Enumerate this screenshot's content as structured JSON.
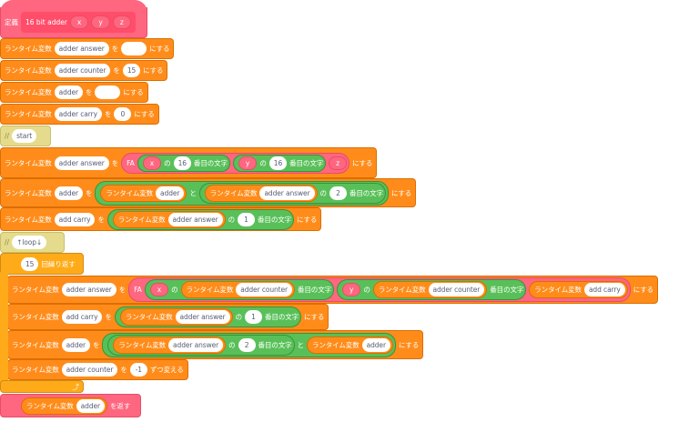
{
  "define": {
    "label": "定義",
    "name": "16 bit adder",
    "args": [
      "x",
      "y",
      "z"
    ]
  },
  "rows": [
    {
      "id": "set-adder-answer-empty",
      "items": [
        {
          "k": "label",
          "text": "ランタイム変数"
        },
        {
          "k": "input",
          "text": "adder answer"
        },
        {
          "k": "label",
          "text": "を"
        },
        {
          "k": "input",
          "text": ""
        },
        {
          "k": "label",
          "text": "にする"
        }
      ]
    },
    {
      "id": "set-adder-counter-15",
      "items": [
        {
          "k": "label",
          "text": "ランタイム変数"
        },
        {
          "k": "input",
          "text": "adder counter"
        },
        {
          "k": "label",
          "text": "を"
        },
        {
          "k": "input",
          "text": "15"
        },
        {
          "k": "label",
          "text": "にする"
        }
      ]
    },
    {
      "id": "set-adder-empty",
      "items": [
        {
          "k": "label",
          "text": "ランタイム変数"
        },
        {
          "k": "input",
          "text": "adder"
        },
        {
          "k": "label",
          "text": "を"
        },
        {
          "k": "input",
          "text": ""
        },
        {
          "k": "label",
          "text": "にする"
        }
      ]
    },
    {
      "id": "set-adder-carry-0",
      "items": [
        {
          "k": "label",
          "text": "ランタイム変数"
        },
        {
          "k": "input",
          "text": "adder carry"
        },
        {
          "k": "label",
          "text": "を"
        },
        {
          "k": "input",
          "text": "0"
        },
        {
          "k": "label",
          "text": "にする"
        }
      ]
    },
    {
      "id": "set-adder-answer-fa",
      "items": [
        {
          "k": "label",
          "text": "ランタイム変数"
        },
        {
          "k": "input",
          "text": "adder answer"
        },
        {
          "k": "label",
          "text": "を"
        },
        {
          "k": "pink",
          "items": [
            {
              "k": "label",
              "text": "FA"
            },
            {
              "k": "green",
              "items": [
                {
                  "k": "pinkarg",
                  "text": "x"
                },
                {
                  "k": "label",
                  "text": "の"
                },
                {
                  "k": "input",
                  "text": "16"
                },
                {
                  "k": "label",
                  "text": "番目の文字"
                }
              ]
            },
            {
              "k": "green",
              "items": [
                {
                  "k": "pinkarg",
                  "text": "y"
                },
                {
                  "k": "label",
                  "text": "の"
                },
                {
                  "k": "input",
                  "text": "16"
                },
                {
                  "k": "label",
                  "text": "番目の文字"
                }
              ]
            },
            {
              "k": "pinkarg",
              "text": "z"
            }
          ]
        },
        {
          "k": "label",
          "text": "にする"
        }
      ]
    },
    {
      "id": "set-adder-join",
      "items": [
        {
          "k": "label",
          "text": "ランタイム変数"
        },
        {
          "k": "input",
          "text": "adder"
        },
        {
          "k": "label",
          "text": "を"
        },
        {
          "k": "green",
          "items": [
            {
              "k": "orange",
              "items": [
                {
                  "k": "label",
                  "text": "ランタイム変数"
                },
                {
                  "k": "input",
                  "text": "adder"
                }
              ]
            },
            {
              "k": "label",
              "text": "と"
            },
            {
              "k": "green",
              "items": [
                {
                  "k": "orange",
                  "items": [
                    {
                      "k": "label",
                      "text": "ランタイム変数"
                    },
                    {
                      "k": "input",
                      "text": "adder answer"
                    }
                  ]
                },
                {
                  "k": "label",
                  "text": "の"
                },
                {
                  "k": "input",
                  "text": "2"
                },
                {
                  "k": "label",
                  "text": "番目の文字"
                }
              ]
            }
          ]
        },
        {
          "k": "label",
          "text": "にする"
        }
      ]
    },
    {
      "id": "set-add-carry",
      "items": [
        {
          "k": "label",
          "text": "ランタイム変数"
        },
        {
          "k": "input",
          "text": "add carry"
        },
        {
          "k": "label",
          "text": "を"
        },
        {
          "k": "green",
          "items": [
            {
              "k": "orange",
              "items": [
                {
                  "k": "label",
                  "text": "ランタイム変数"
                },
                {
                  "k": "input",
                  "text": "adder answer"
                }
              ]
            },
            {
              "k": "label",
              "text": "の"
            },
            {
              "k": "input",
              "text": "1"
            },
            {
              "k": "label",
              "text": "番目の文字"
            }
          ]
        },
        {
          "k": "label",
          "text": "にする"
        }
      ]
    }
  ],
  "comments": [
    {
      "mark": "//",
      "text": "start"
    },
    {
      "mark": "//",
      "text": "↑loop↓"
    }
  ],
  "repeat": {
    "count": "15",
    "label": "回繰り返す",
    "arrow": "⤴"
  },
  "loop_rows": [
    {
      "id": "loop-set-adder-answer-fa",
      "items": [
        {
          "k": "label",
          "text": "ランタイム変数"
        },
        {
          "k": "input",
          "text": "adder answer"
        },
        {
          "k": "label",
          "text": "を"
        },
        {
          "k": "pink",
          "items": [
            {
              "k": "label",
              "text": "FA"
            },
            {
              "k": "green",
              "items": [
                {
                  "k": "pinkarg",
                  "text": "x"
                },
                {
                  "k": "label",
                  "text": "の"
                },
                {
                  "k": "orange",
                  "items": [
                    {
                      "k": "label",
                      "text": "ランタイム変数"
                    },
                    {
                      "k": "input",
                      "text": "adder counter"
                    }
                  ]
                },
                {
                  "k": "label",
                  "text": "番目の文字"
                }
              ]
            },
            {
              "k": "green",
              "items": [
                {
                  "k": "pinkarg",
                  "text": "y"
                },
                {
                  "k": "label",
                  "text": "の"
                },
                {
                  "k": "orange",
                  "items": [
                    {
                      "k": "label",
                      "text": "ランタイム変数"
                    },
                    {
                      "k": "input",
                      "text": "adder counter"
                    }
                  ]
                },
                {
                  "k": "label",
                  "text": "番目の文字"
                }
              ]
            },
            {
              "k": "orange",
              "items": [
                {
                  "k": "label",
                  "text": "ランタイム変数"
                },
                {
                  "k": "input",
                  "text": "add carry"
                }
              ]
            }
          ]
        },
        {
          "k": "label",
          "text": "にする"
        }
      ]
    },
    {
      "id": "loop-set-add-carry",
      "items": [
        {
          "k": "label",
          "text": "ランタイム変数"
        },
        {
          "k": "input",
          "text": "add carry"
        },
        {
          "k": "label",
          "text": "を"
        },
        {
          "k": "green",
          "items": [
            {
              "k": "orange",
              "items": [
                {
                  "k": "label",
                  "text": "ランタイム変数"
                },
                {
                  "k": "input",
                  "text": "adder answer"
                }
              ]
            },
            {
              "k": "label",
              "text": "の"
            },
            {
              "k": "input",
              "text": "1"
            },
            {
              "k": "label",
              "text": "番目の文字"
            }
          ]
        },
        {
          "k": "label",
          "text": "にする"
        }
      ]
    },
    {
      "id": "loop-set-adder-join",
      "items": [
        {
          "k": "label",
          "text": "ランタイム変数"
        },
        {
          "k": "input",
          "text": "adder"
        },
        {
          "k": "label",
          "text": "を"
        },
        {
          "k": "green",
          "items": [
            {
              "k": "green",
              "items": [
                {
                  "k": "orange",
                  "items": [
                    {
                      "k": "label",
                      "text": "ランタイム変数"
                    },
                    {
                      "k": "input",
                      "text": "adder answer"
                    }
                  ]
                },
                {
                  "k": "label",
                  "text": "の"
                },
                {
                  "k": "input",
                  "text": "2"
                },
                {
                  "k": "label",
                  "text": "番目の文字"
                }
              ]
            },
            {
              "k": "label",
              "text": "と"
            },
            {
              "k": "orange",
              "items": [
                {
                  "k": "label",
                  "text": "ランタイム変数"
                },
                {
                  "k": "input",
                  "text": "adder"
                }
              ]
            }
          ]
        },
        {
          "k": "label",
          "text": "にする"
        }
      ]
    },
    {
      "id": "loop-change-adder-counter",
      "items": [
        {
          "k": "label",
          "text": "ランタイム変数"
        },
        {
          "k": "input",
          "text": "adder counter"
        },
        {
          "k": "label",
          "text": "を"
        },
        {
          "k": "input",
          "text": "-1"
        },
        {
          "k": "label",
          "text": "ずつ変える"
        }
      ]
    }
  ],
  "return_block": {
    "items": [
      {
        "k": "orange",
        "items": [
          {
            "k": "label",
            "text": "ランタイム変数"
          },
          {
            "k": "input",
            "text": "adder"
          }
        ]
      },
      {
        "k": "label",
        "text": "を返す"
      }
    ]
  }
}
